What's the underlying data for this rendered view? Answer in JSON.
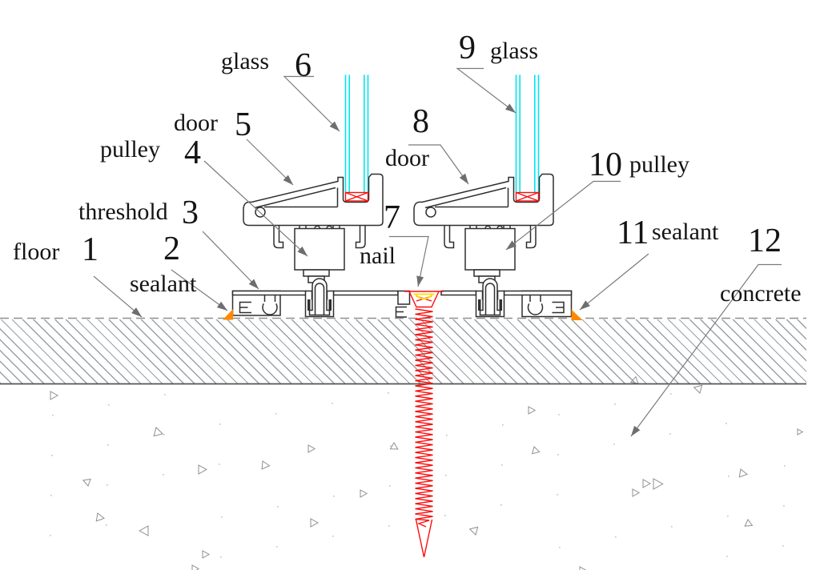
{
  "figure": {
    "type": "sliding-door-threshold-section-detail"
  },
  "callouts": [
    {
      "number": "1",
      "label": "floor"
    },
    {
      "number": "2",
      "label": "sealant"
    },
    {
      "number": "3",
      "label": "threshold"
    },
    {
      "number": "4",
      "label": "pulley"
    },
    {
      "number": "5",
      "label": "door"
    },
    {
      "number": "6",
      "label": "glass"
    },
    {
      "number": "7",
      "label": "nail"
    },
    {
      "number": "8",
      "label": "door"
    },
    {
      "number": "9",
      "label": "glass"
    },
    {
      "number": "10",
      "label": "pulley"
    },
    {
      "number": "11",
      "label": "sealant"
    },
    {
      "number": "12",
      "label": "concrete"
    }
  ],
  "colors": {
    "line": "#2f2f2f",
    "leader": "#7b7b7b",
    "hatch": "#99a0a5",
    "glass": "#00e4ee",
    "screw": "#fb0d0d",
    "screw_highlight": "#ffdd00",
    "sealant": "#ff8a00",
    "text": "#141414"
  }
}
